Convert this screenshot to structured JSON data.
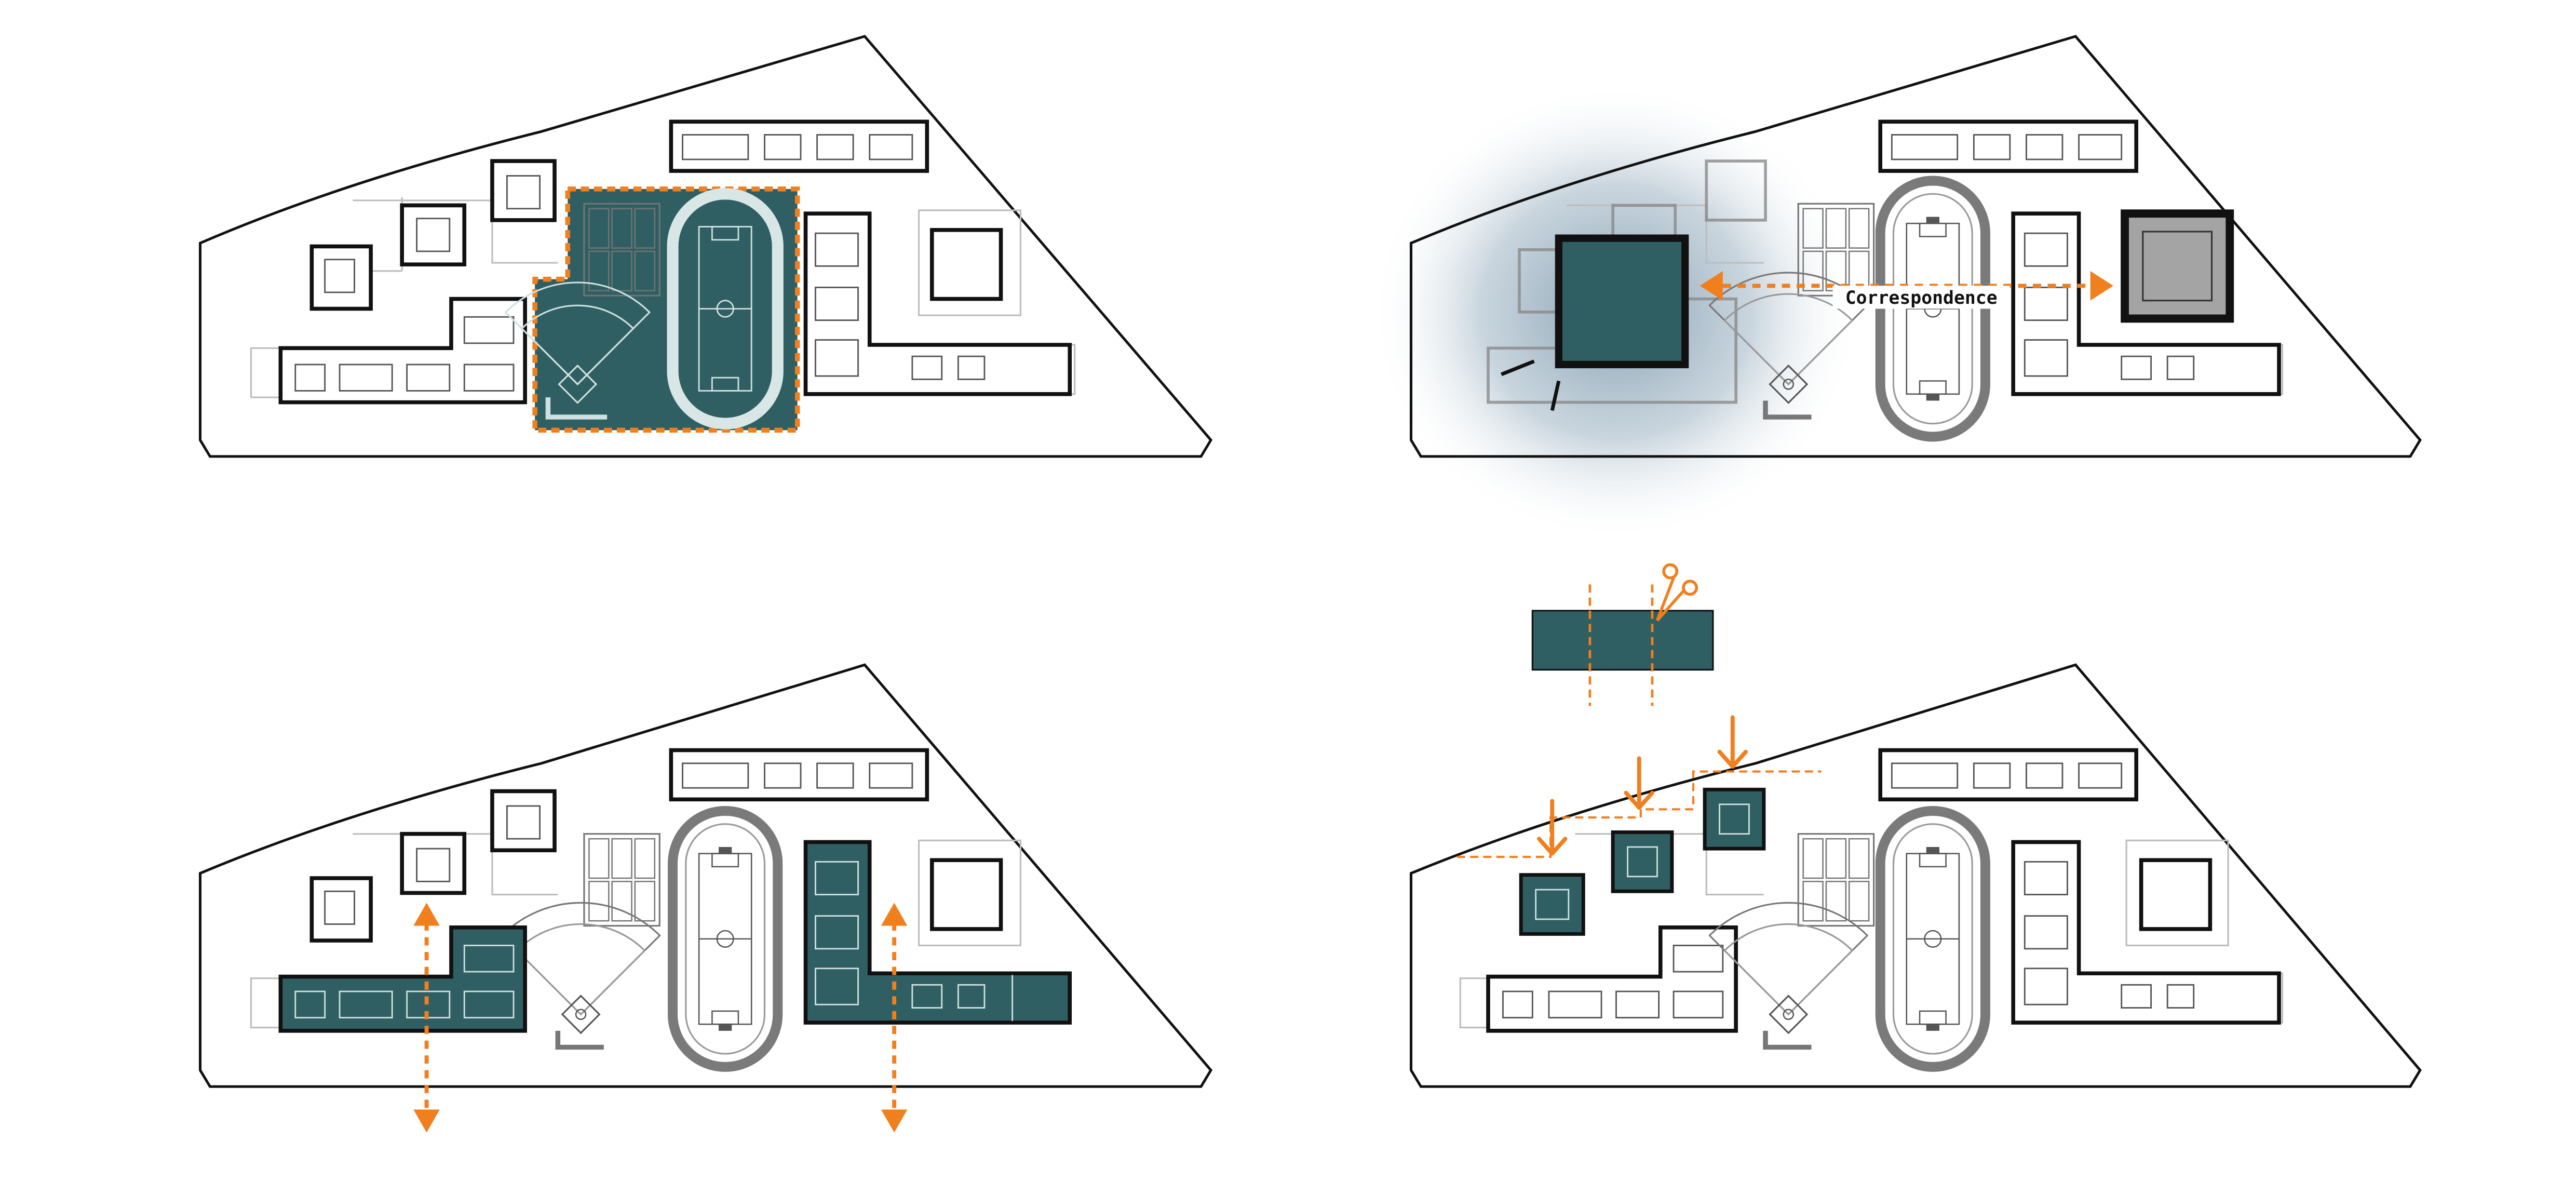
{
  "diagram": {
    "panels": [
      {
        "id": "p1",
        "step": "highlight-sports-zone"
      },
      {
        "id": "p2",
        "step": "correspondence"
      },
      {
        "id": "p3",
        "step": "open-axes"
      },
      {
        "id": "p4",
        "step": "cut-and-drop"
      }
    ],
    "annotations": {
      "correspondence_label": "Correspondence"
    },
    "icons": [
      "scissors-icon",
      "arrow-down-icon",
      "arrow-double-vertical-icon",
      "arrow-double-horizontal-icon"
    ],
    "colors": {
      "teal": "#2f5f62",
      "orange": "#f07f1e",
      "outline": "#111111",
      "faint": "#bcbcbc",
      "gray_fill": "#a4a4a4",
      "shadow": "#9fb2bf"
    }
  }
}
